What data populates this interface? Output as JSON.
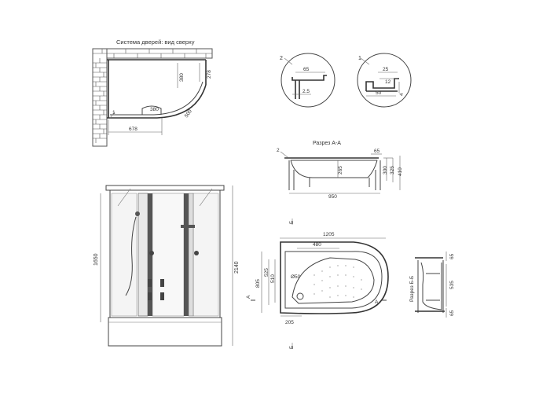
{
  "top_view": {
    "title": "Система дверей: вид сверху",
    "callout": "1",
    "dims": [
      "380",
      "278",
      "380",
      "500",
      "678"
    ]
  },
  "profile_2": {
    "callout": "2",
    "dims": [
      "65",
      "2.5"
    ]
  },
  "profile_1": {
    "callout": "1",
    "dims": [
      "25",
      "12",
      "50",
      "4"
    ]
  },
  "section_aa": {
    "title": "Разрез А-А",
    "callout": "2",
    "dims": [
      "65",
      "265",
      "300",
      "325",
      "410",
      "950"
    ]
  },
  "front_view": {
    "dims": [
      "1650",
      "2140"
    ]
  },
  "tray_plan": {
    "dims": [
      "1205",
      "480",
      "805",
      "525",
      "510",
      "Ø50",
      "205"
    ],
    "section_marks": [
      "А",
      "А",
      "Б",
      "Б"
    ]
  },
  "section_bb": {
    "title": "Разрез Б-Б",
    "dims": [
      "65",
      "535",
      "65"
    ]
  },
  "colors": {
    "line": "#444444",
    "brick": "#555555",
    "glass": "#f4f4f4"
  }
}
